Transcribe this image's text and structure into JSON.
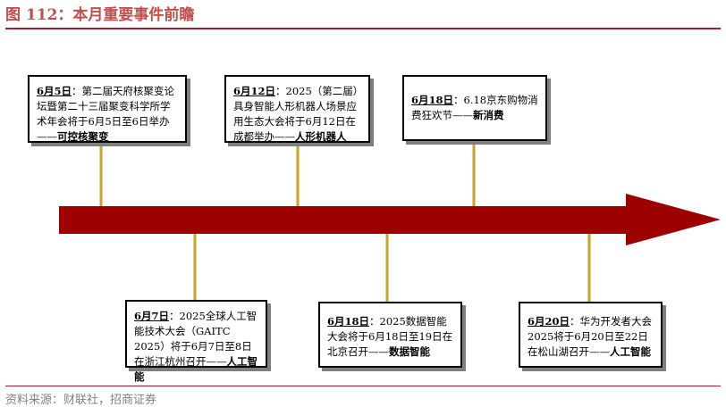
{
  "header": {
    "title": "图 112：本月重要事件前瞻"
  },
  "events": [
    {
      "date": "6月5日",
      "sep": "：",
      "text": "第二届天府核聚变论坛暨第二十三届聚变科学所学术年会将于6月5日至6日举办——",
      "tag": "可控核聚变"
    },
    {
      "date": "6月12日",
      "sep": "：",
      "text": "2025（第二届）具身智能人形机器人场景应用生态大会将于6月12日在成都举办——",
      "tag": "人形机器人"
    },
    {
      "date": "6月18日",
      "sep": "：",
      "text": "6.18京东购物消费狂欢节——",
      "tag": "新消费"
    },
    {
      "date": "6月7日",
      "sep": "：",
      "text": "2025全球人工智能技术大会（GAITC 2025）将于6月7日至8日在浙江杭州召开——",
      "tag": "人工智能"
    },
    {
      "date": "6月18日",
      "sep": "：",
      "text": "2025数据智能大会将于6月18日至19日在北京召开——",
      "tag": "数据智能"
    },
    {
      "date": "6月20日",
      "sep": "：",
      "text": "华为开发者大会2025将于6月20日至22日在松山湖召开——",
      "tag": "人工智能"
    }
  ],
  "footer": {
    "source": "资料来源：财联社，招商证券"
  },
  "colors": {
    "arrow": "#9e0000",
    "connector": "#c9a227",
    "accent": "#c0504d"
  }
}
